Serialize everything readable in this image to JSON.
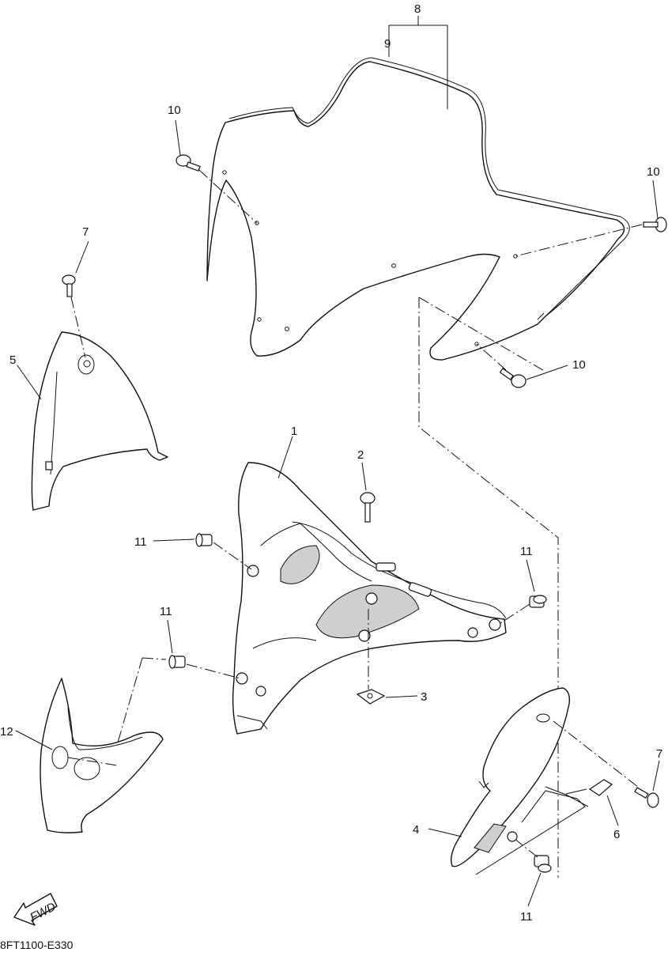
{
  "diagram": {
    "callouts": {
      "c1": "1",
      "c2": "2",
      "c3": "3",
      "c4": "4",
      "c5": "5",
      "c6": "6",
      "c7a": "7",
      "c7b": "7",
      "c8": "8",
      "c9": "9",
      "c10a": "10",
      "c10b": "10",
      "c10c": "10",
      "c11a": "11",
      "c11b": "11",
      "c11c": "11",
      "c11d": "11",
      "c12": "12"
    },
    "fwd_label": "FWD",
    "drawing_code": "8FT1100-E330",
    "colors": {
      "line": "#111111",
      "shade": "#cfcfcf",
      "background": "#ffffff"
    }
  }
}
